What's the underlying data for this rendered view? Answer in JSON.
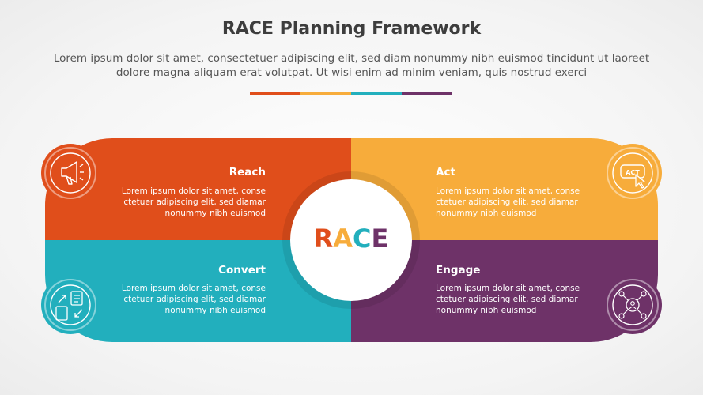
{
  "title": "RACE Planning Framework",
  "subtitle": "Lorem ipsum dolor sit amet, consectetuer adipiscing elit, sed diam nonummy nibh euismod tincidunt ut laoreet dolore magna aliquam erat volutpat. Ut wisi enim ad minim veniam, quis nostrud exerci",
  "colors": {
    "reach": "#e04e1b",
    "act": "#f7ac3b",
    "convert": "#22afbd",
    "engage": "#6e3268"
  },
  "center": {
    "letters": [
      "R",
      "A",
      "C",
      "E"
    ]
  },
  "quadrants": {
    "reach": {
      "heading": "Reach",
      "text": "Lorem ipsum dolor sit amet, conse\nctetuer adipiscing elit, sed diamar\nnonummy nibh euismod",
      "icon": "megaphone-icon"
    },
    "act": {
      "heading": "Act",
      "text": "Lorem ipsum dolor sit amet, conse\nctetuer adipiscing elit, sed diamar\nnonummy nibh euismod",
      "icon": "act-button-icon",
      "icon_text": "ACT"
    },
    "convert": {
      "heading": "Convert",
      "text": "Lorem ipsum dolor sit amet, conse\nctetuer adipiscing elit, sed diamar\nnonummy nibh euismod",
      "icon": "conversion-icon"
    },
    "engage": {
      "heading": "Engage",
      "text": "Lorem ipsum dolor sit amet, conse\nctetuer adipiscing elit, sed diamar\nnonummy nibh euismod",
      "icon": "network-icon"
    }
  }
}
